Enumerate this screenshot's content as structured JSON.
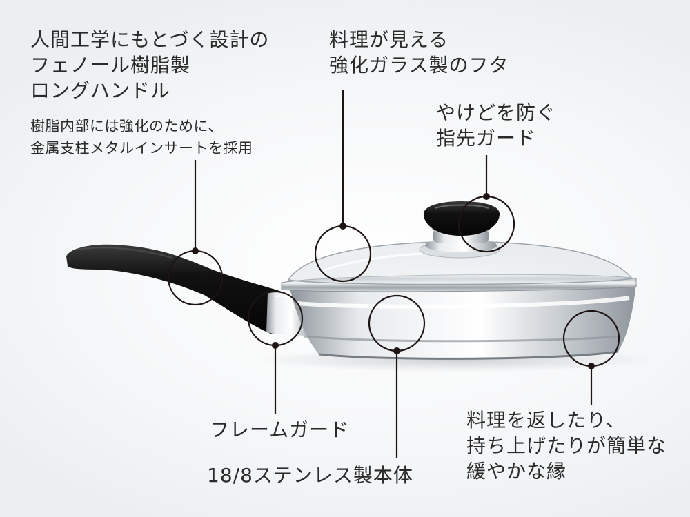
{
  "callouts": {
    "handle": {
      "title_lines": [
        "人間工学にもとづく設計の",
        "フェノール樹脂製",
        "ロングハンドル"
      ],
      "note_lines": [
        "樹脂内部には強化のために、",
        "金属支柱メタルインサートを採用"
      ]
    },
    "lid": {
      "lines": [
        "料理が見える",
        "強化ガラス製のフタ"
      ]
    },
    "knob": {
      "lines": [
        "やけどを防ぐ",
        "指先ガード"
      ]
    },
    "frame_guard": {
      "text": "フレームガード"
    },
    "body": {
      "text": "18/8ステンレス製本体"
    },
    "rim": {
      "lines": [
        "料理を返したり、",
        "持ち上げたりが簡単な",
        "緩やかな縁"
      ]
    }
  },
  "colors": {
    "text": "#2a2a2a",
    "line": "#1e1414",
    "handle": "#141414",
    "steel": "#d9dde1"
  }
}
